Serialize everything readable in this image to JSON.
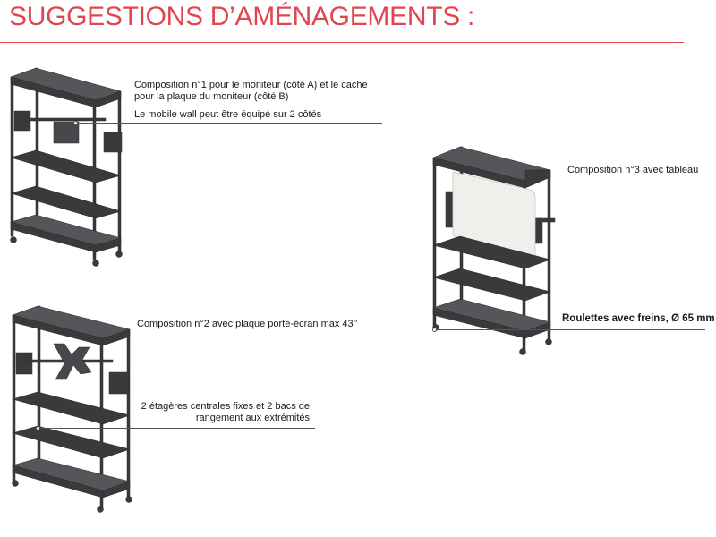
{
  "page": {
    "title": "SUGGESTIONS D’AMÉNAGEMENTS :",
    "accent_color": "#e0464f",
    "frame_color": "#3a3a3c",
    "board_color": "#f1efec"
  },
  "compositions": [
    {
      "id": "composition-1",
      "caption_lines": [
        "Composition n°1 pour le moniteur (côté A) et le cache",
        "pour la plaque du moniteur (côté B)"
      ],
      "note": "Le mobile wall peut être équipé sur 2 côtés"
    },
    {
      "id": "composition-2",
      "caption": "Composition n°2 avec plaque porte-écran max 43’’",
      "note_lines": [
        "2 étagères centrales fixes et 2 bacs de",
        "rangement aux extrémités"
      ]
    },
    {
      "id": "composition-3",
      "caption": "Composition n°3 avec tableau",
      "note": "Roulettes avec freins, Ø 65 mm"
    }
  ]
}
